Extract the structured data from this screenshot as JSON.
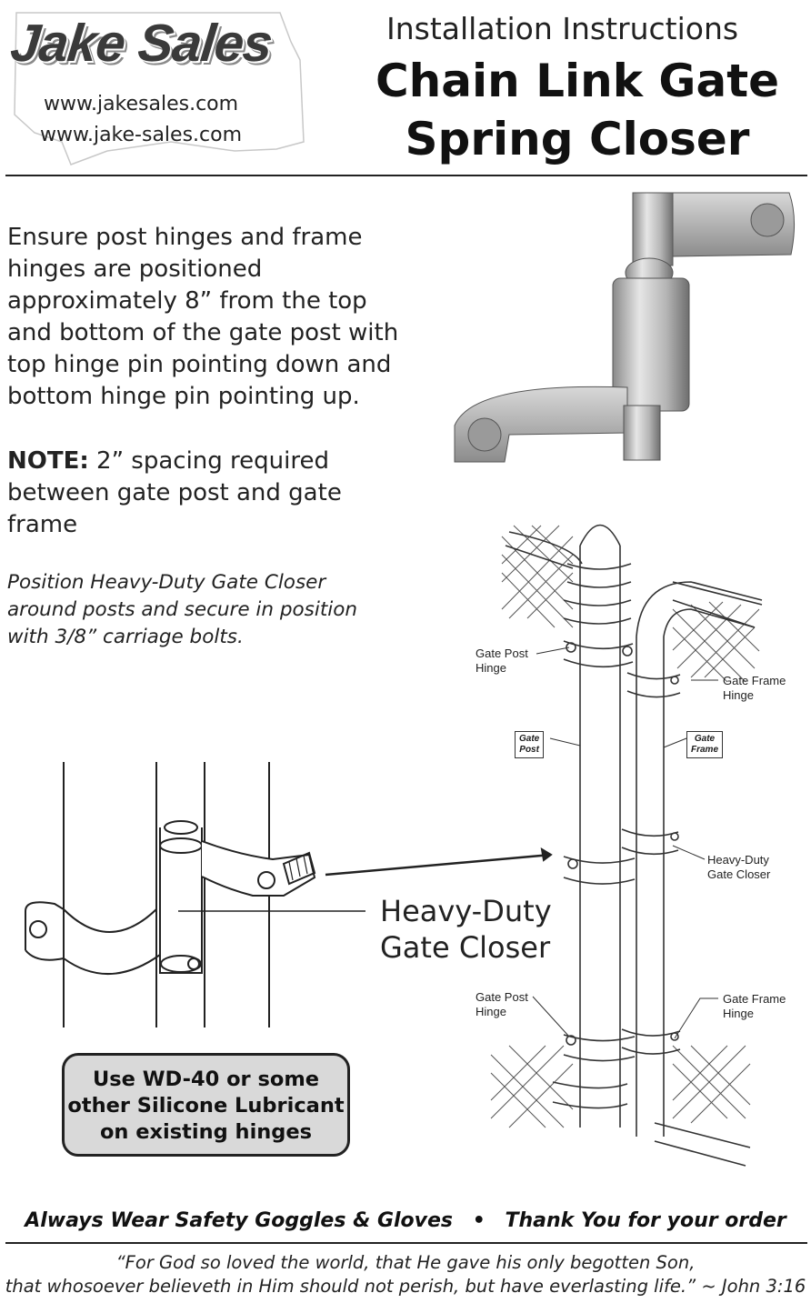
{
  "header": {
    "brand": "Jake Sales",
    "urls": [
      "www.jakesales.com",
      "www.jake-sales.com"
    ],
    "kicker": "Installation Instructions",
    "title_lines": [
      "Chain Link Gate",
      "Spring Closer"
    ]
  },
  "instructions": {
    "intro": "Ensure post hinges and frame hinges are positioned approximately 8” from the top and bottom of the gate post with top hinge pin pointing down and bottom hinge pin pointing up.",
    "note_label": "NOTE:",
    "note_text": " 2” spacing required between gate post and gate frame",
    "closer_instruction": "Position Heavy-Duty Gate Closer around posts and secure in position with 3/8” carriage bolts."
  },
  "diagram": {
    "closer_label_lines": [
      "Heavy-Duty",
      "Gate Closer"
    ],
    "labels": {
      "gate_post_hinge_top": [
        "Gate Post",
        "Hinge"
      ],
      "gate_frame_hinge_top": [
        "Gate Frame",
        "Hinge"
      ],
      "gate_post_tag": [
        "Gate",
        "Post"
      ],
      "gate_frame_tag": [
        "Gate",
        "Frame"
      ],
      "heavy_duty_closer": [
        "Heavy-Duty",
        "Gate Closer"
      ],
      "gate_post_hinge_bottom": [
        "Gate Post",
        "Hinge"
      ],
      "gate_frame_hinge_bottom": [
        "Gate Frame",
        "Hinge"
      ]
    }
  },
  "lubricant_box": [
    "Use WD-40 or some",
    "other Silicone Lubricant",
    "on existing hinges"
  ],
  "footer": {
    "safety": "Always Wear Safety Goggles & Gloves",
    "separator": "•",
    "thanks": "Thank You for your order",
    "verse_lines": [
      "“For God so loved the world, that He gave his only begotten Son,",
      "that whosoever believeth in Him should not perish, but have everlasting life.” ~ John 3:16"
    ]
  }
}
